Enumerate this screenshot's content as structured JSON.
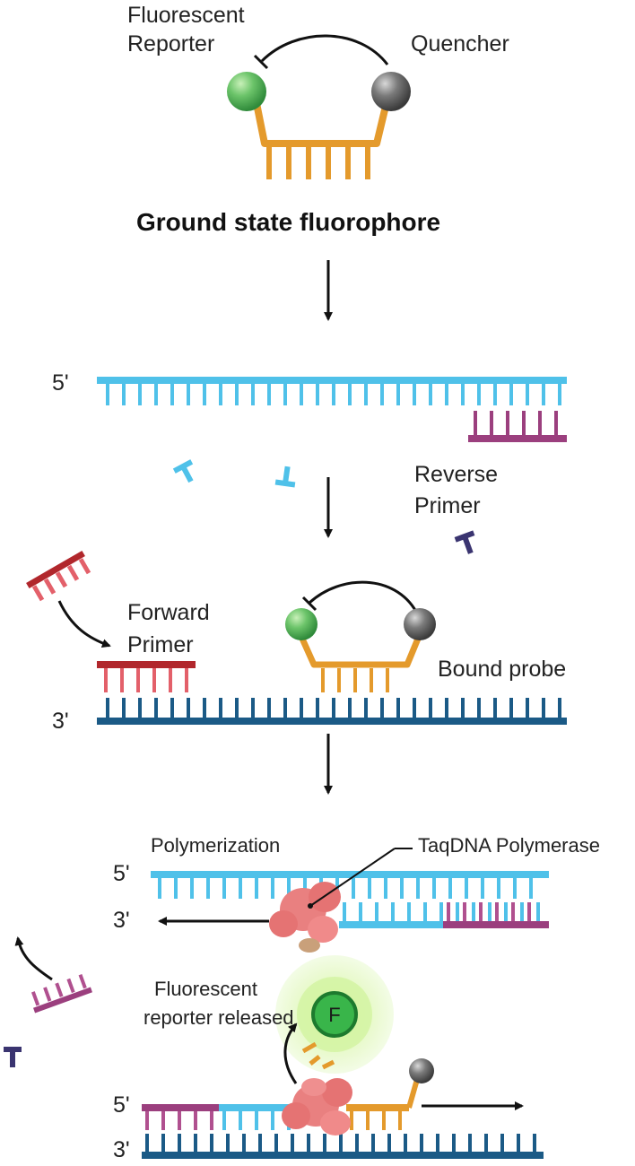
{
  "labels": {
    "fluorescent_reporter": [
      "Fluorescent",
      "Reporter"
    ],
    "quencher": "Quencher",
    "title": "Ground state fluorophore",
    "reverse_primer": [
      "Reverse",
      "Primer"
    ],
    "forward_primer": [
      "Forward",
      "Primer"
    ],
    "bound_probe": "Bound probe",
    "polymerization": "Polymerization",
    "taq_polymerase": "TaqDNA Polymerase",
    "reporter_released": [
      "Fluorescent",
      "reporter released"
    ],
    "fluorophore_letter": "F"
  },
  "strand_ends": {
    "five_prime": "5'",
    "three_prime": "3'"
  },
  "colors": {
    "light_blue_strand": "#4fc1e9",
    "dark_blue_strand": "#1b5a86",
    "purple_primer": "#9b3f7e",
    "red_primer": "#b1272c",
    "orange_probe": "#e49a2c",
    "green_reporter": "#5cb85c",
    "gray_quencher": "#707070",
    "polymerase": "#e98080",
    "glow": "#b8e986"
  }
}
